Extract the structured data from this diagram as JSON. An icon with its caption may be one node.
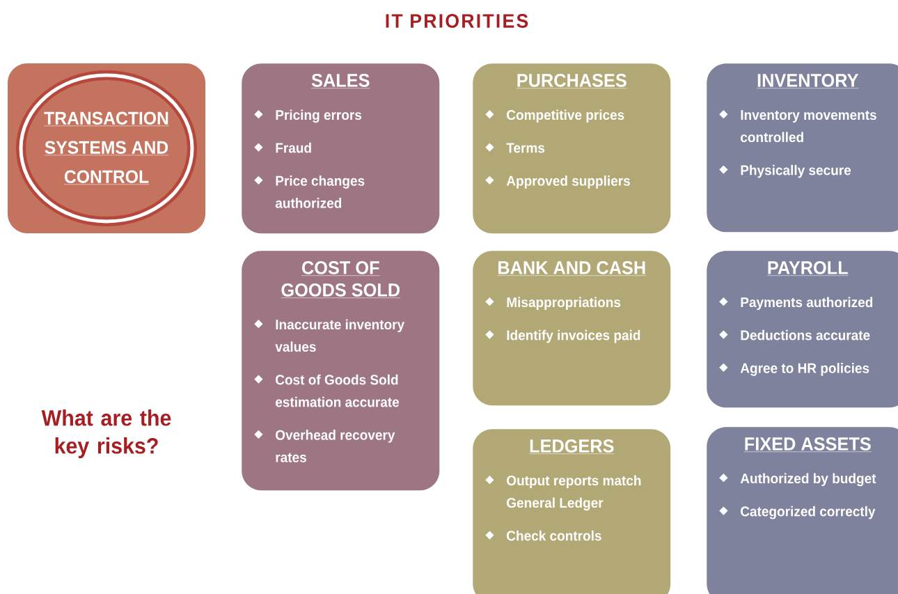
{
  "diagram": {
    "title": "IT PRIORITIES",
    "nodes": [
      {
        "text": [
          "TRANSACTION SYSTEMS AND CONTROL"
        ]
      },
      {
        "text": [
          "SALES",
          "Pricing errors",
          "Fraud",
          "Price changes authorized"
        ]
      },
      {
        "text": [
          "PURCHASES",
          "Competitive prices",
          "Terms",
          "Approved suppliers"
        ]
      },
      {
        "text": [
          "INVENTORY",
          "Inventory movements controlled",
          "Physically secure"
        ]
      },
      {
        "text": [
          "COST OF GOODS SOLD",
          "Inaccurate inventory values",
          "Cost of Goods Sold estimation accurate",
          "Overhead recovery rates"
        ]
      },
      {
        "text": [
          "BANK AND CASH",
          "Misappropriations",
          "Identify invoices paid"
        ]
      },
      {
        "text": [
          "PAYROLL",
          "Payments authorized",
          "Deductions accurate",
          "Agree to HR policies"
        ]
      },
      {
        "text": [
          "LEDGERS",
          "Output reports match General Ledger",
          "Check controls"
        ]
      },
      {
        "text": [
          "FIXED ASSETS",
          "Authorized by budget",
          "Categorized correctly"
        ]
      }
    ],
    "labels": [
      "What are the key risks?"
    ]
  }
}
